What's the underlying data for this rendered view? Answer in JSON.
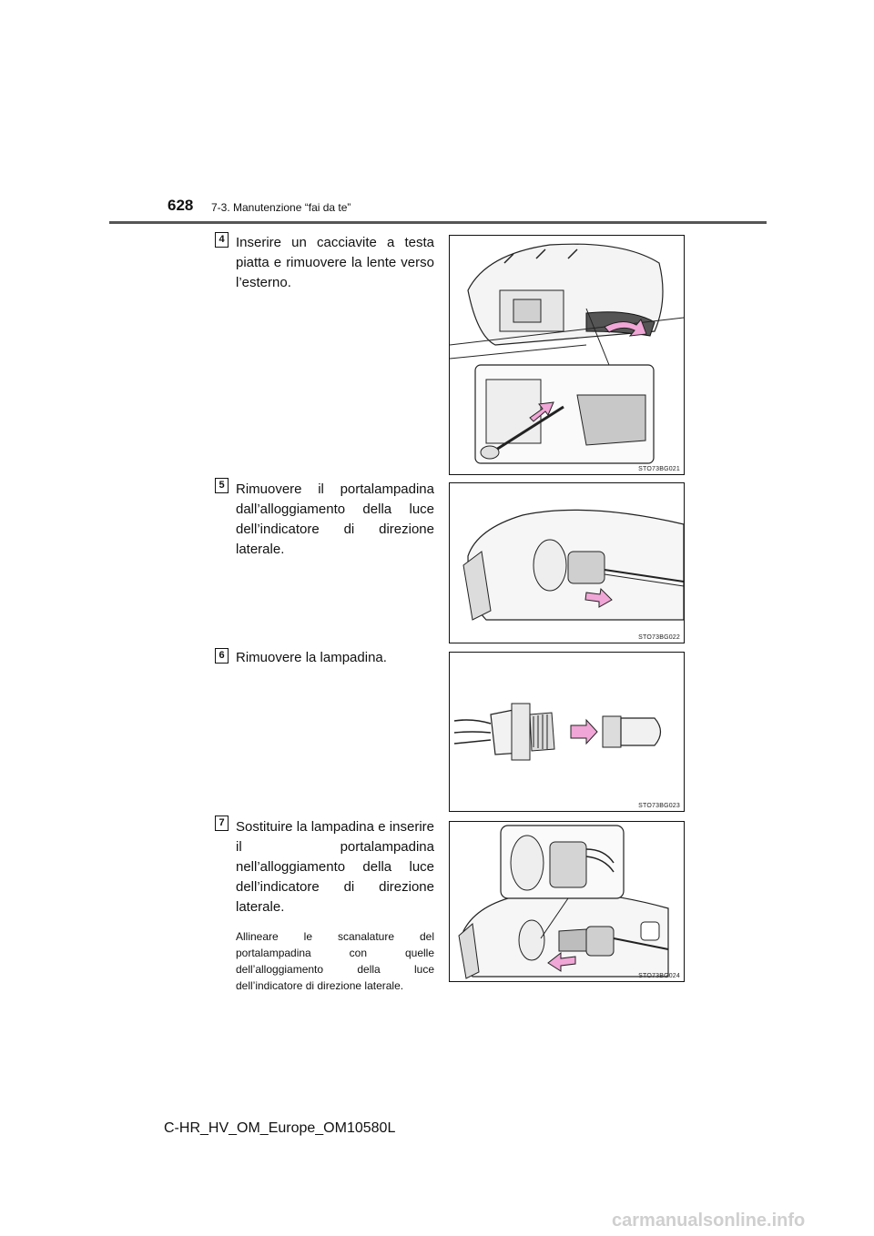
{
  "header": {
    "page_number": "628",
    "section_title": "7-3. Manutenzione “fai da te”"
  },
  "steps": [
    {
      "number": "4",
      "text": "Inserire un cacciavite a testa piatta e rimuovere la lente verso l’esterno.",
      "figure_code": "STO73BG021"
    },
    {
      "number": "5",
      "text": "Rimuovere il portalampadina dall’alloggiamento della luce dell’indicatore di direzione laterale.",
      "figure_code": "STO73BG022"
    },
    {
      "number": "6",
      "text": "Rimuovere la lampadina.",
      "figure_code": "STO73BG023"
    },
    {
      "number": "7",
      "text": "Sostituire la lampadina e inserire il portalampadina nell’alloggiamento della luce dell’indicatore di direzione laterale.",
      "note": "Allineare le scanalature del portalampadina con quelle dell’alloggiamento della luce dell’indicatore di direzione laterale.",
      "figure_code": "STO73BG024"
    }
  ],
  "footer": {
    "manual_id": "C-HR_HV_OM_Europe_OM10580L"
  },
  "watermark": "carmanualsonline.info",
  "colors": {
    "arrow_fill": "#f0a6d6",
    "line": "#222222",
    "shade": "#cfcfcf"
  }
}
